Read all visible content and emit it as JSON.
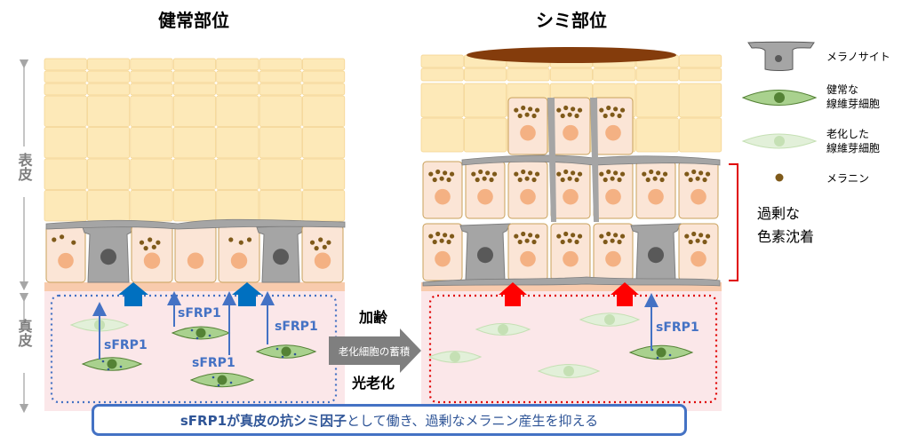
{
  "titles": {
    "healthy": "健常部位",
    "spot": "シミ部位"
  },
  "layers": {
    "epidermis": "表皮",
    "dermis": "真皮"
  },
  "legend": {
    "melanocyte": "メラノサイト",
    "healthy_fibroblast_1": "健常な",
    "healthy_fibroblast_2": "線維芽細胞",
    "aged_fibroblast_1": "老化した",
    "aged_fibroblast_2": "線維芽細胞",
    "melanin": "メラニン"
  },
  "labels": {
    "sfrp1": "sFRP1",
    "aging": "加齢",
    "photoaging": "光老化",
    "senescent_accumulation": "老化細胞の蓄積",
    "excess_pigment_1": "過剰な",
    "excess_pigment_2": "色素沈着"
  },
  "caption": {
    "bold": "sFRP1が真皮の抗シミ因子",
    "rest": "として働き、過剰なメラニン産生を抑える"
  },
  "colors": {
    "skin_cell": "#fde9b8",
    "keratinocyte": "#fbe5d6",
    "nucleus": "#f4b183",
    "melanocyte": "#a5a5a5",
    "melanin": "#7f5a1a",
    "fibroblast": "#70ad47",
    "aged_fibroblast": "#e2f0d9",
    "dermis_bg": "#fbe7e9",
    "blue_arrow": "#0070c0",
    "red_arrow": "#ff0000",
    "text_blue": "#4472c4"
  }
}
